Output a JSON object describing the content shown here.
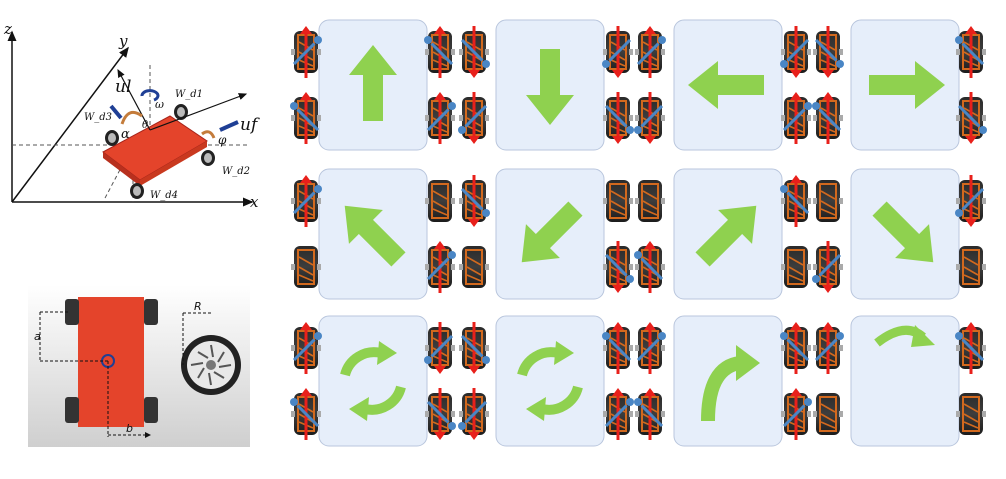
{
  "coordinate_diagram": {
    "axis_z": "z",
    "axis_y": "y",
    "axis_x": "x",
    "label_ul": "ul",
    "label_uf": "uf",
    "label_omega": "ω",
    "label_alpha": "α",
    "label_theta": "θ",
    "label_phi": "φ",
    "wheel_d1": "W_d1",
    "wheel_d2": "W_d2",
    "wheel_d3": "W_d3",
    "wheel_d4": "W_d4"
  },
  "dimension_diagram": {
    "label_a": "a",
    "label_b": "b",
    "label_R": "R"
  },
  "motion_grid": {
    "colors": {
      "tile": "#e6eefa",
      "arrow": "#8fd14f",
      "force": "#e8201b",
      "roller": "#4a86c5"
    },
    "rows": [
      {
        "cells": [
          {
            "name": "move-forward",
            "icon": "arrow-up-icon"
          },
          {
            "name": "move-backward",
            "icon": "arrow-down-icon"
          },
          {
            "name": "move-left",
            "icon": "arrow-left-icon"
          },
          {
            "name": "move-right",
            "icon": "arrow-right-icon"
          }
        ]
      },
      {
        "cells": [
          {
            "name": "move-forward-left",
            "icon": "arrow-up-left-icon"
          },
          {
            "name": "move-backward-left",
            "icon": "arrow-down-left-icon"
          },
          {
            "name": "move-forward-right",
            "icon": "arrow-up-right-icon"
          },
          {
            "name": "move-backward-right",
            "icon": "arrow-down-right-icon"
          }
        ]
      },
      {
        "cells": [
          {
            "name": "rotate-clockwise",
            "icon": "rotate-cw-icon"
          },
          {
            "name": "rotate-counterclockwise",
            "icon": "rotate-ccw-icon"
          },
          {
            "name": "turn-right",
            "icon": "curve-right-icon"
          },
          {
            "name": "turn-lateral",
            "icon": "curve-arc-icon"
          }
        ]
      }
    ]
  }
}
